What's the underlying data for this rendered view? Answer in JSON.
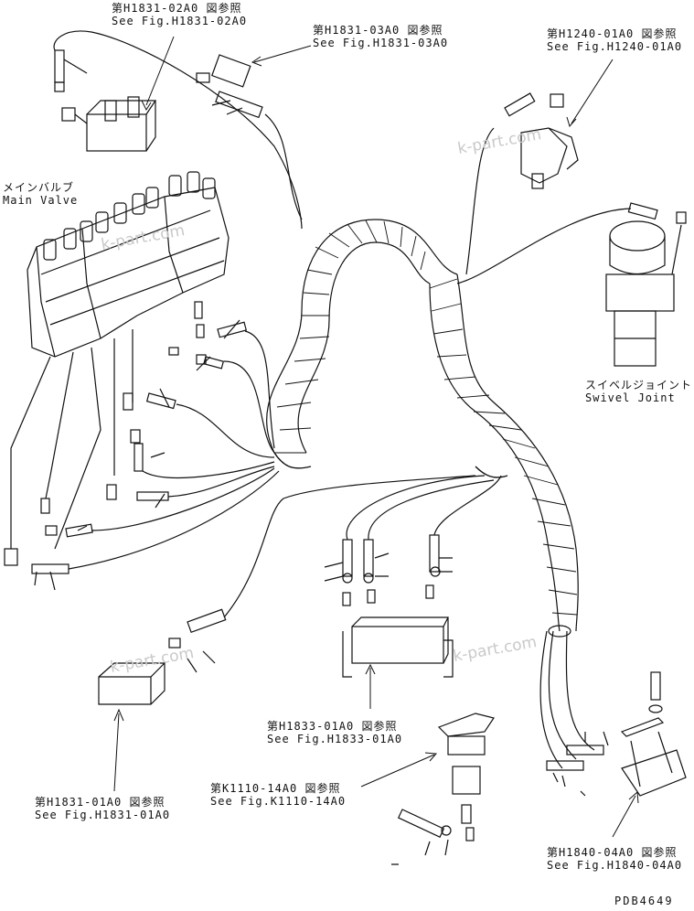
{
  "references": {
    "h1831_02": {
      "jp": "第H1831-02A0 図参照",
      "en": "See Fig.H1831-02A0"
    },
    "h1831_03": {
      "jp": "第H1831-03A0 図参照",
      "en": "See Fig.H1831-03A0"
    },
    "h1240_01": {
      "jp": "第H1240-01A0 図参照",
      "en": "See Fig.H1240-01A0"
    },
    "h1833_01": {
      "jp": "第H1833-01A0 図参照",
      "en": "See Fig.H1833-01A0"
    },
    "k1110_14": {
      "jp": "第K1110-14A0 図参照",
      "en": "See Fig.K1110-14A0"
    },
    "h1831_01": {
      "jp": "第H1831-01A0 図参照",
      "en": "See Fig.H1831-01A0"
    },
    "h1840_04": {
      "jp": "第H1840-04A0 図参照",
      "en": "See Fig.H1840-04A0"
    }
  },
  "components": {
    "main_valve": {
      "jp": "メインバルブ",
      "en": "Main Valve"
    },
    "swivel_joint": {
      "jp": "スイベルジョイント",
      "en": "Swivel Joint"
    }
  },
  "watermark": "k-part.com",
  "drawing_code": "PDB4649",
  "colors": {
    "line": "#111111",
    "watermark": "#c9c9c9",
    "background": "#ffffff"
  }
}
